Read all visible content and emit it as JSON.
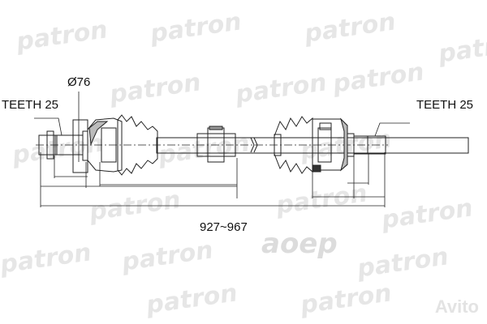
{
  "watermark": {
    "brand": "patron",
    "site": "Avito",
    "overlay": "aoep"
  },
  "labels": {
    "left_teeth": "TEETH 25",
    "right_teeth": "TEETH 25",
    "diameter": "Ø76",
    "length": "927~967"
  },
  "colors": {
    "line": "#222222",
    "watermark": "#e6e6e6"
  }
}
